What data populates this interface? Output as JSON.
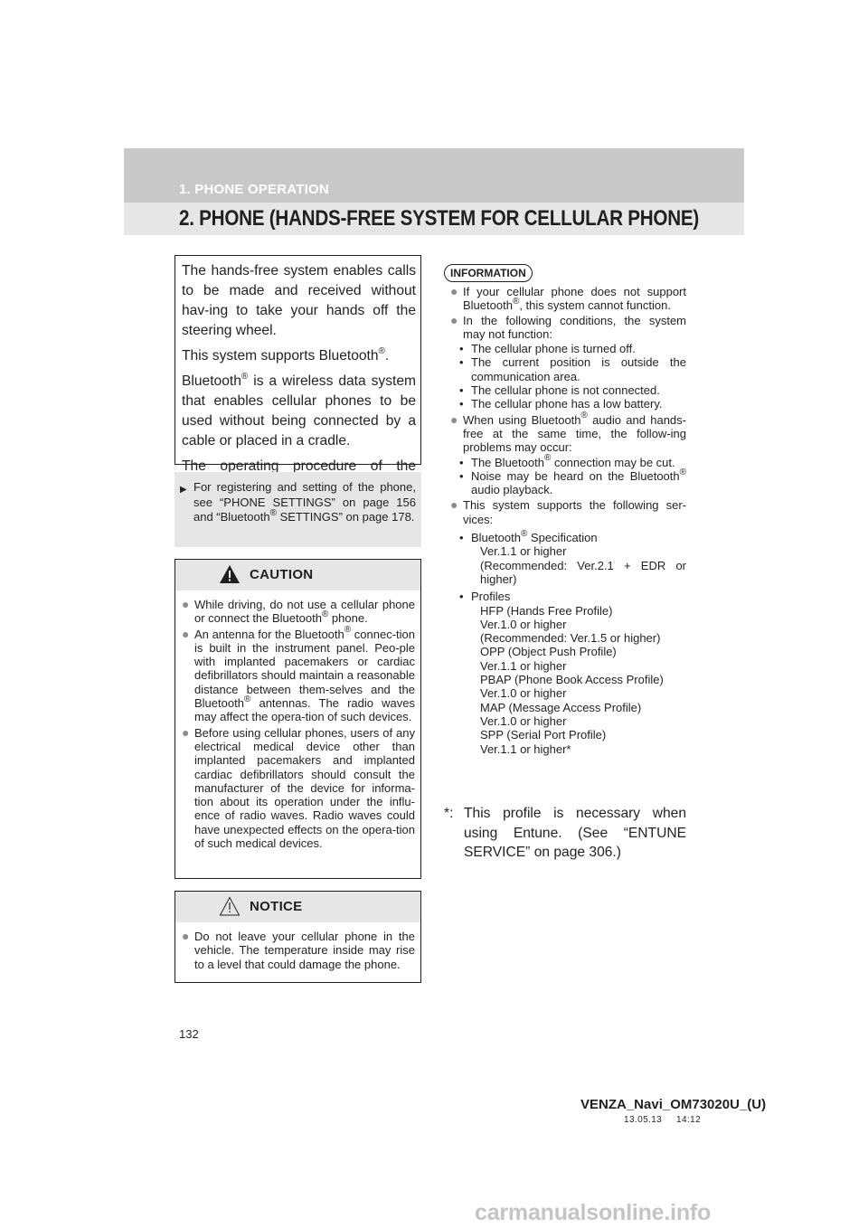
{
  "header": {
    "section": "1. PHONE OPERATION",
    "title": "2. PHONE (HANDS-FREE SYSTEM FOR CELLULAR PHONE)"
  },
  "intro": {
    "p1": "The hands-free system enables calls to be made and received without hav-ing to take your hands off the steering wheel.",
    "p2_a": "This system supports Bluetooth",
    "p2_b": ".",
    "p3_a": "Bluetooth",
    "p3_b": " is a wireless data system that enables cellular phones to be used without being connected by a cable or placed in a cradle.",
    "p4": "The operating procedure of the phone is explained here.",
    "reg": "®"
  },
  "note": {
    "text_a": "For registering and setting of the phone, see “PHONE SETTINGS” on page 156 and “Bluetooth",
    "text_b": " SETTINGS” on page 178."
  },
  "caution": {
    "label": "CAUTION",
    "item1_a": "While driving, do not use a cellular phone or connect the Bluetooth",
    "item1_b": " phone.",
    "item2_a": "An antenna for the Bluetooth",
    "item2_b": " connec-tion is built in the instrument panel. Peo-ple with implanted pacemakers or cardiac defibrillators should maintain a reasonable distance between them-selves and the Bluetooth",
    "item2_c": " antennas. The radio waves may affect the opera-tion of such devices.",
    "item3": "Before using cellular phones, users of any electrical medical device other than implanted pacemakers and implanted cardiac defibrillators should consult the manufacturer of the device for informa-tion about its operation under the influ-ence of radio waves. Radio waves could have unexpected effects on the opera-tion of such medical devices."
  },
  "notice": {
    "label": "NOTICE",
    "item1": "Do not leave your cellular phone in the vehicle. The temperature inside may rise to a level that could damage the phone."
  },
  "information": {
    "label": "INFORMATION",
    "item1_a": "If your cellular phone does not support Bluetooth",
    "item1_b": ", this system cannot function.",
    "item2": "In the following conditions, the system may not function:",
    "item2_subs": [
      "The cellular phone is turned off.",
      "The current position is outside the communication area.",
      "The cellular phone is not connected.",
      "The cellular phone has a low battery."
    ],
    "item3_a": "When using Bluetooth",
    "item3_b": " audio and hands-free at the same time, the follow-ing problems may occur:",
    "item3_sub1_a": "The Bluetooth",
    "item3_sub1_b": " connection may be cut.",
    "item3_sub2_a": "Noise may be heard on the Bluetooth",
    "item3_sub2_b": " audio playback.",
    "item4": "This system supports the following ser-vices:",
    "spec_a": "Bluetooth",
    "spec_b": " Specification",
    "spec_lines": [
      "Ver.1.1 or higher",
      "(Recommended: Ver.2.1 + EDR or higher)"
    ],
    "profiles_label": "Profiles",
    "profile_lines": [
      "HFP (Hands Free Profile)",
      "Ver.1.0 or higher",
      "(Recommended: Ver.1.5 or higher)",
      "OPP (Object Push Profile)",
      "Ver.1.1 or higher",
      "PBAP (Phone Book Access Profile)",
      "Ver.1.0 or higher",
      "MAP (Message Access Profile)",
      "Ver.1.0 or higher",
      "SPP (Serial Port Profile)",
      "Ver.1.1 or higher*"
    ]
  },
  "footnote": {
    "mark": "*:",
    "text": "This profile is necessary when using Entune. (See “ENTUNE SERVICE” on page 306.)"
  },
  "footer": {
    "page_number": "132",
    "doc_id": "VENZA_Navi_OM73020U_(U)",
    "date_time": "13.05.13     14:12"
  },
  "watermark": "carmanualsonline.info",
  "icons": {
    "bullet": "●",
    "small_bullet": "•",
    "triangle": "▶"
  }
}
